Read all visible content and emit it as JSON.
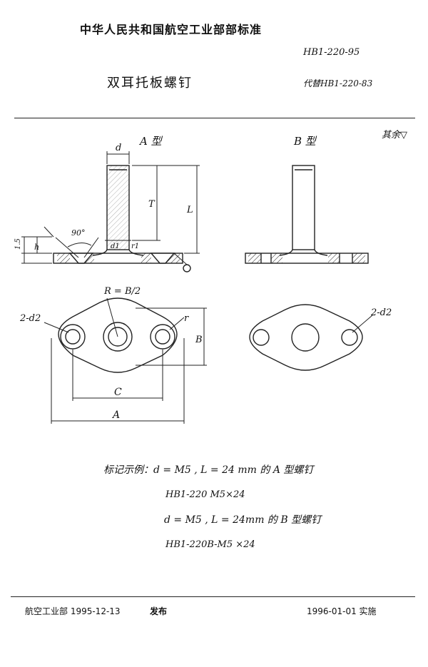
{
  "header": {
    "organization": "中华人民共和国航空工业部部标准",
    "standard_code": "HB1-220-95",
    "title": "双耳托板螺钉",
    "replaces": "代替HB1-220-83"
  },
  "drawing": {
    "type_a_label": "A 型",
    "type_b_label": "B 型",
    "surface_note": "其余▽",
    "dims": {
      "d": "d",
      "T": "T",
      "L": "L",
      "angle": "90°",
      "d1": "d1",
      "r1": "r1",
      "h": "h",
      "thickness": "1.5",
      "radius": "R = B/2",
      "r": "r",
      "two_d2_left": "2-d2",
      "two_d2_right": "2-d2",
      "B": "B",
      "C": "C",
      "A": "A"
    }
  },
  "marking": {
    "heading": "标记示例：d = M5 , L = 24 mm 的 A 型螺钉",
    "example_a": "HB1-220 M5×24",
    "line_b": "d = M5 , L = 24mm 的 B 型螺钉",
    "example_b": "HB1-220B-M5 ×24"
  },
  "footer": {
    "issuer_date": "航空工业部 1995-12-13",
    "publish": "发布",
    "effective": "1996-01-01  实施"
  }
}
